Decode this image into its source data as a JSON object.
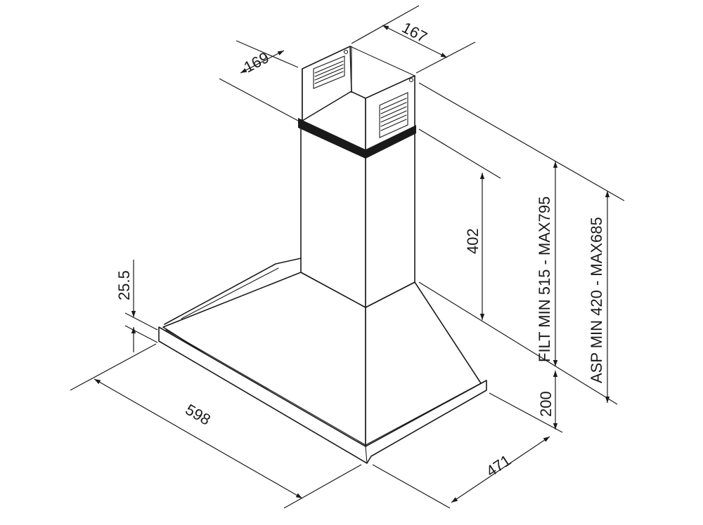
{
  "dimensions": {
    "chimney_depth": "169",
    "chimney_width": "167",
    "chimney_lower_height": "402",
    "canopy_height": "200",
    "front_lip_height": "25.5",
    "width": "598",
    "depth": "471",
    "filter_range": "FILT MIN 515 - MAX795",
    "aspiration_range": "ASP MIN 420 - MAX685"
  },
  "colors": {
    "ink": "#1a1a1a",
    "paper": "#ffffff"
  }
}
